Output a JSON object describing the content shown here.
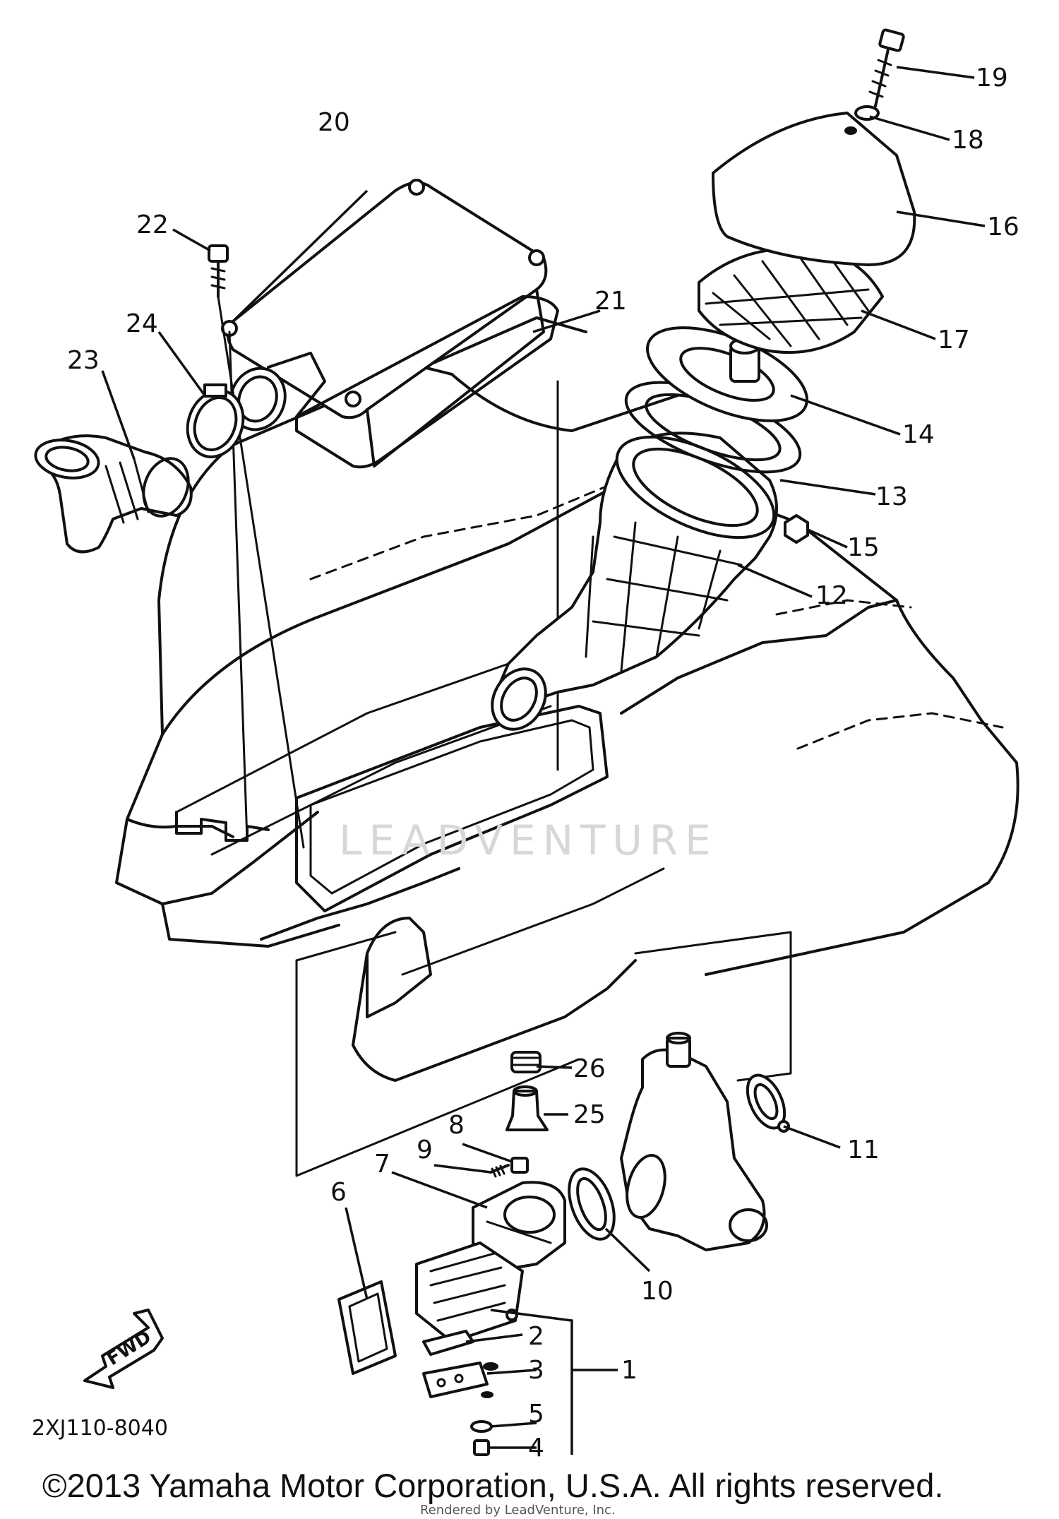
{
  "diagram": {
    "part_code": "2XJ110-8040",
    "forward_arrow_label": "FWD",
    "watermark": "LEADVENTURE",
    "copyright": "©2013 Yamaha Motor Corporation, U.S.A. All rights reserved.",
    "credit": "Rendered by LeadVenture, Inc.",
    "callouts": [
      "1",
      "2",
      "3",
      "4",
      "5",
      "6",
      "7",
      "8",
      "9",
      "10",
      "11",
      "12",
      "13",
      "14",
      "15",
      "16",
      "17",
      "18",
      "19",
      "20",
      "21",
      "22",
      "23",
      "24",
      "25",
      "26"
    ]
  }
}
